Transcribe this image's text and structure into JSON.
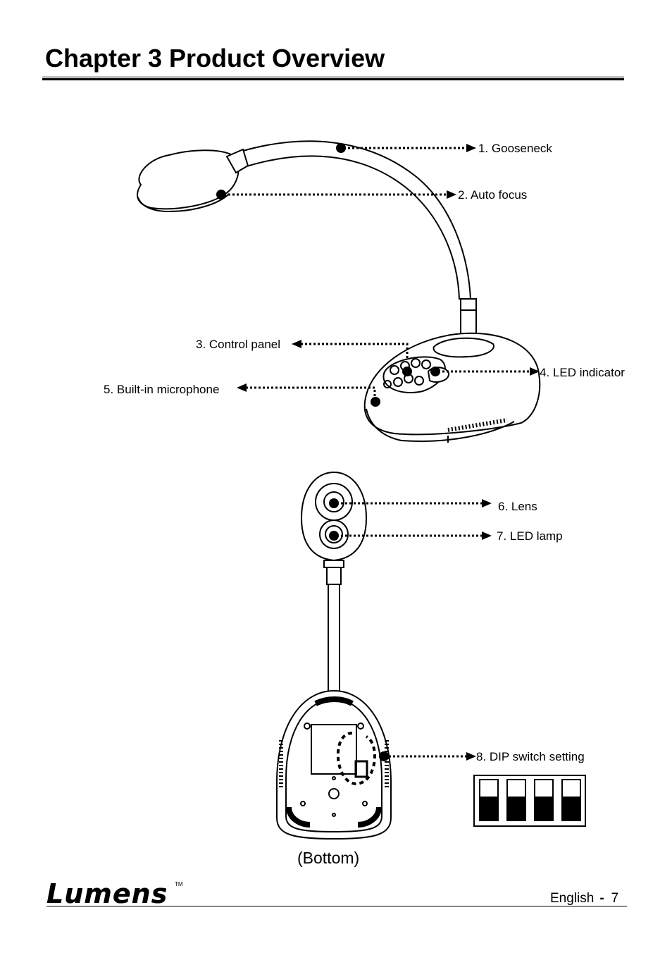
{
  "page": {
    "title": "Chapter 3 Product Overview",
    "caption": "(Bottom)",
    "footer_language": "English",
    "footer_separator": "-",
    "footer_page": "7",
    "logo": "Lumens",
    "trademark": "TM"
  },
  "callouts": {
    "gooseneck": "1. Gooseneck",
    "auto_focus": "2. Auto focus",
    "control_panel": "3. Control panel",
    "led_indicator": "4. LED indicator",
    "microphone": "5. Built-in microphone",
    "lens": "6. Lens",
    "led_lamp": "7. LED lamp",
    "dip_switch": "8. DIP switch setting"
  }
}
